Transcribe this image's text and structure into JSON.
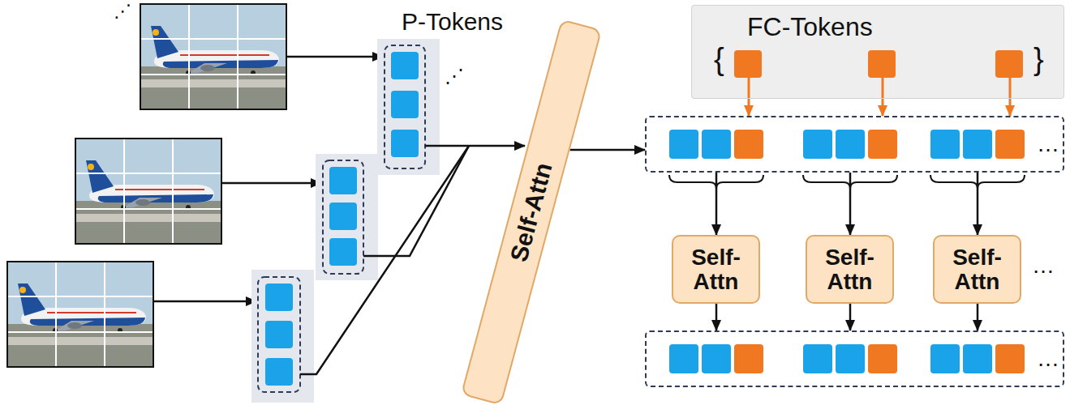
{
  "diagram": {
    "nodes": [
      {
        "text": [
          "Self-Attn"
        ]
      },
      {
        "text": [
          "FC-Tokens"
        ]
      },
      {
        "text": [
          "…"
        ]
      },
      {
        "text": [
          "Self-Attn"
        ]
      },
      {
        "text": [
          "Self-Attn"
        ]
      },
      {
        "text": [
          "Self-Attn"
        ]
      },
      {
        "text": [
          "…"
        ]
      }
    ],
    "edges": [
      {
        "from": 0,
        "to": 2,
        "arrow": "to"
      },
      {
        "from": 1,
        "to": 2,
        "arrow": "to"
      },
      {
        "from": 1,
        "to": 2,
        "arrow": "to"
      },
      {
        "from": 1,
        "to": 2,
        "arrow": "to"
      },
      {
        "from": 2,
        "to": 3,
        "arrow": "to"
      },
      {
        "from": 2,
        "to": 4,
        "arrow": "to"
      },
      {
        "from": 2,
        "to": 5,
        "arrow": "to"
      },
      {
        "from": 3,
        "to": 6,
        "arrow": "to"
      },
      {
        "from": 4,
        "to": 6,
        "arrow": "to"
      },
      {
        "from": 5,
        "to": 6,
        "arrow": "to"
      }
    ],
    "labels": [
      "P-Tokens",
      "⋰",
      "⋰",
      "{",
      "}",
      "…"
    ]
  }
}
